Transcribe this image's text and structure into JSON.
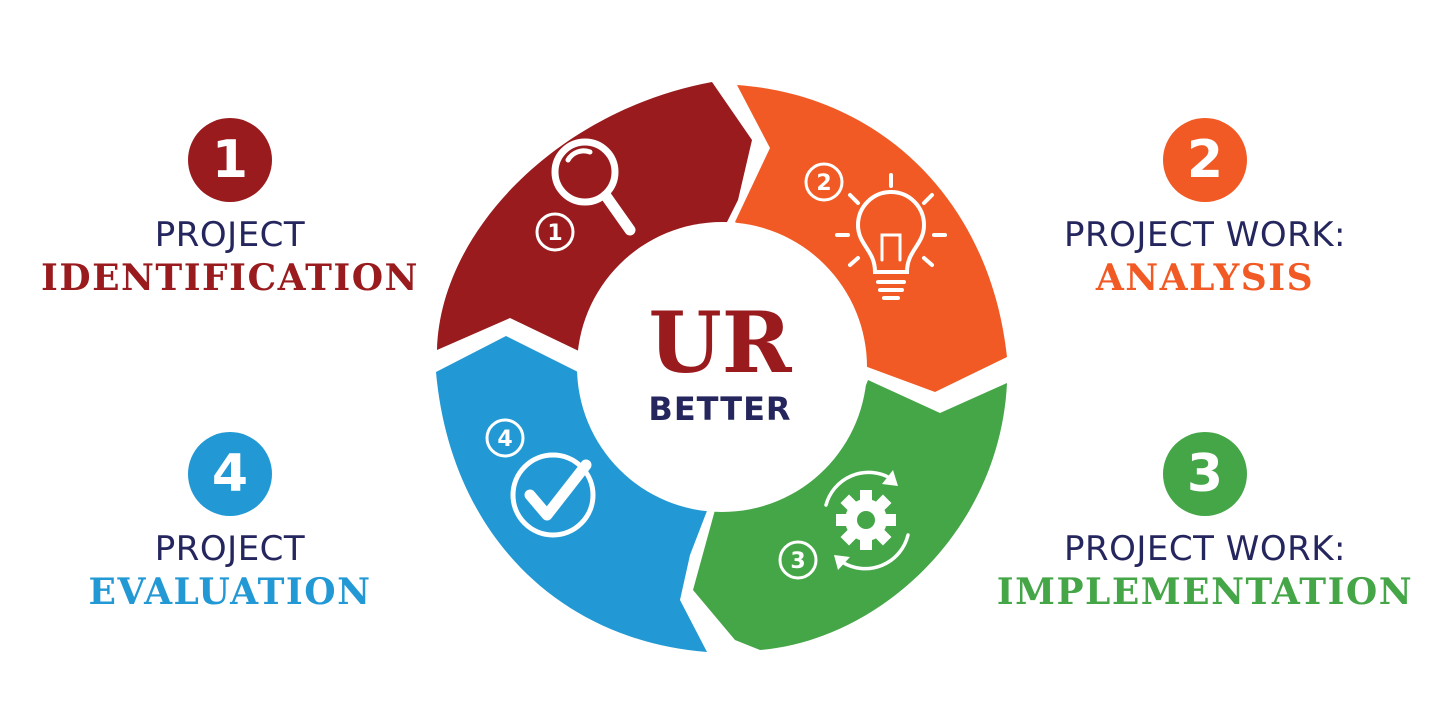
{
  "colors": {
    "red": "#991b1e",
    "orange": "#f15a24",
    "green": "#45a648",
    "blue": "#2299d4",
    "navy": "#25265e"
  },
  "center": {
    "logo": "UR",
    "tagline": "BETTER"
  },
  "steps": [
    {
      "number": "1",
      "line1": "PROJECT",
      "line2": "IDENTIFICATION",
      "color": "#991b1e",
      "icon": "magnifier-icon"
    },
    {
      "number": "2",
      "line1": "PROJECT WORK:",
      "line2": "ANALYSIS",
      "color": "#f15a24",
      "icon": "lightbulb-icon"
    },
    {
      "number": "3",
      "line1": "PROJECT WORK:",
      "line2": "IMPLEMENTATION",
      "color": "#45a648",
      "icon": "gear-cycle-icon"
    },
    {
      "number": "4",
      "line1": "PROJECT",
      "line2": "EVALUATION",
      "color": "#2299d4",
      "icon": "checkmark-icon"
    }
  ]
}
